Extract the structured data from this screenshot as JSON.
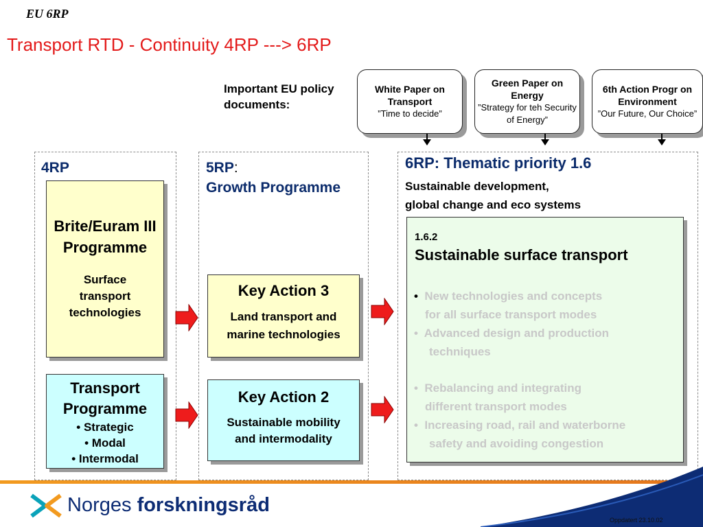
{
  "corner_label": "EU 6RP",
  "title": "Transport RTD - Continuity 4RP ---> 6RP",
  "policy_label": "Important EU policy documents:",
  "documents": [
    {
      "title": "White Paper on Transport",
      "sub": "”Time to decide”"
    },
    {
      "title": "Green Paper on Energy",
      "sub": "”Strategy for teh Security of Energy”"
    },
    {
      "title": "6th Action Progr on Environment",
      "sub": "”Our Future, Our Choice”"
    }
  ],
  "col4": {
    "title": "4RP",
    "brite": {
      "name": "Brite/Euram III Programme",
      "desc": "Surface transport technologies"
    },
    "transport": {
      "name": "Transport Programme",
      "items": [
        "Strategic",
        "Modal",
        "Intermodal"
      ]
    }
  },
  "col5": {
    "title_a": "5RP",
    "title_b": ":",
    "title_c": "Growth Programme",
    "ka3": {
      "name": "Key Action 3",
      "desc": "Land transport and marine technologies"
    },
    "ka2": {
      "name": "Key Action 2",
      "desc": "Sustainable mobility and intermodality"
    }
  },
  "col6": {
    "title_a": "6RP",
    "title_b": ": Thematic priority 1.6",
    "subtitle_1": "Sustainable development,",
    "subtitle_2": "global change and eco systems",
    "box_number": "1.6.2",
    "box_title": "Sustainable surface transport",
    "bullets": [
      {
        "l1": "New  technologies and concepts",
        "l2": "for all surface transport modes"
      },
      {
        "l1": "Advanced design and production",
        "l2": "techniques"
      },
      {
        "l1": "Rebalancing and integrating",
        "l2": "different transport  modes"
      },
      {
        "l1": "Increasing road, rail and waterborne",
        "l2": "safety and avoiding congestion"
      }
    ]
  },
  "footer": {
    "logo_word1": "Norges",
    "logo_word2": "forskningsråd",
    "updated": "Oppdatert 23.10.02"
  },
  "colors": {
    "title": "#e31a1a",
    "heading": "#0b2b6b",
    "arrow": "#ee1c1c",
    "accent": "#f29a1f"
  }
}
